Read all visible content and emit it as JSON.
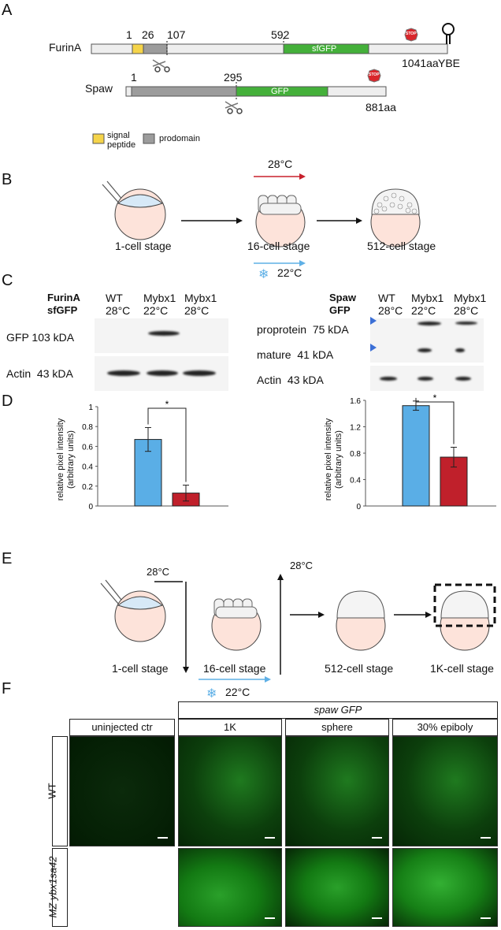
{
  "panels": {
    "A": "A",
    "B": "B",
    "C": "C",
    "D": "D",
    "E": "E",
    "F": "F"
  },
  "panelA": {
    "furin": {
      "name": "FurinA",
      "n1": "1",
      "n26": "26",
      "n107": "107",
      "n592": "592",
      "gfp": "sfGFP",
      "end": "1041aa",
      "ybe": "YBE",
      "stop": "STOP"
    },
    "spaw": {
      "name": "Spaw",
      "n1": "1",
      "n295": "295",
      "gfp": "GFP",
      "end": "881aa",
      "stop": "STOP"
    },
    "legend": {
      "signal": "signal\npeptide",
      "prodomain": "prodomain"
    },
    "colors": {
      "signal": "#f5d44a",
      "prodomain": "#9c9c9c",
      "gfp": "#44b03a",
      "backbone": "#eeeeee",
      "stop": "#d9262b"
    }
  },
  "panelB": {
    "temp_hot": "28°C",
    "temp_cold": "22°C",
    "stage1": "1-cell stage",
    "stage16": "16-cell stage",
    "stage512": "512-cell stage",
    "colors": {
      "hot": "#c8202c",
      "cold": "#5fb0e6"
    }
  },
  "panelC": {
    "left": {
      "title1": "FurinA",
      "title2": "sfGFP",
      "cols": [
        {
          "g": "WT",
          "t": "28°C"
        },
        {
          "g": "Mybx1",
          "t": "22°C"
        },
        {
          "g": "Mybx1",
          "t": "28°C"
        }
      ],
      "rows": [
        "GFP 103 kDA",
        "Actin  43 kDA"
      ]
    },
    "right": {
      "title1": "Spaw",
      "title2": "GFP",
      "cols": [
        {
          "g": "WT",
          "t": "28°C"
        },
        {
          "g": "Mybx1",
          "t": "22°C"
        },
        {
          "g": "Mybx1",
          "t": "28°C"
        }
      ],
      "rows": [
        "proprotein  75 kDA",
        "mature  41 kDA",
        "Actin  43 kDA"
      ]
    }
  },
  "panelD": {
    "ylabel1": "relative pixel intensity",
    "ylabel2": "(arbitrary units)",
    "sig": "*",
    "chart_left": {
      "type": "bar",
      "ylim": [
        0,
        1
      ],
      "yticks": [
        "0",
        "0.2",
        "0.4",
        "0.6",
        "0.8",
        "1"
      ],
      "values": [
        0.67,
        0.13
      ],
      "errors": [
        0.12,
        0.08
      ],
      "colors": [
        "#5aaee6",
        "#c0202b"
      ]
    },
    "chart_right": {
      "type": "bar",
      "ylim": [
        0,
        1.6
      ],
      "yticks": [
        "0",
        "0.4",
        "0.8",
        "1.2",
        "1.6"
      ],
      "values": [
        1.52,
        0.74
      ],
      "errors": [
        0.07,
        0.15
      ],
      "colors": [
        "#5aaee6",
        "#c0202b"
      ]
    }
  },
  "panelE": {
    "t1": "28°C",
    "t2": "28°C",
    "cold": "22°C",
    "stage1": "1-cell stage",
    "stage16": "16-cell stage",
    "stage512": "512-cell stage",
    "stage1k": "1K-cell stage"
  },
  "panelF": {
    "header": "spaw GFP",
    "cols": [
      "uninjected ctr",
      "1K",
      "sphere",
      "30% epiboly"
    ],
    "rows": [
      "WT",
      "MZ ybx1sa42"
    ]
  }
}
